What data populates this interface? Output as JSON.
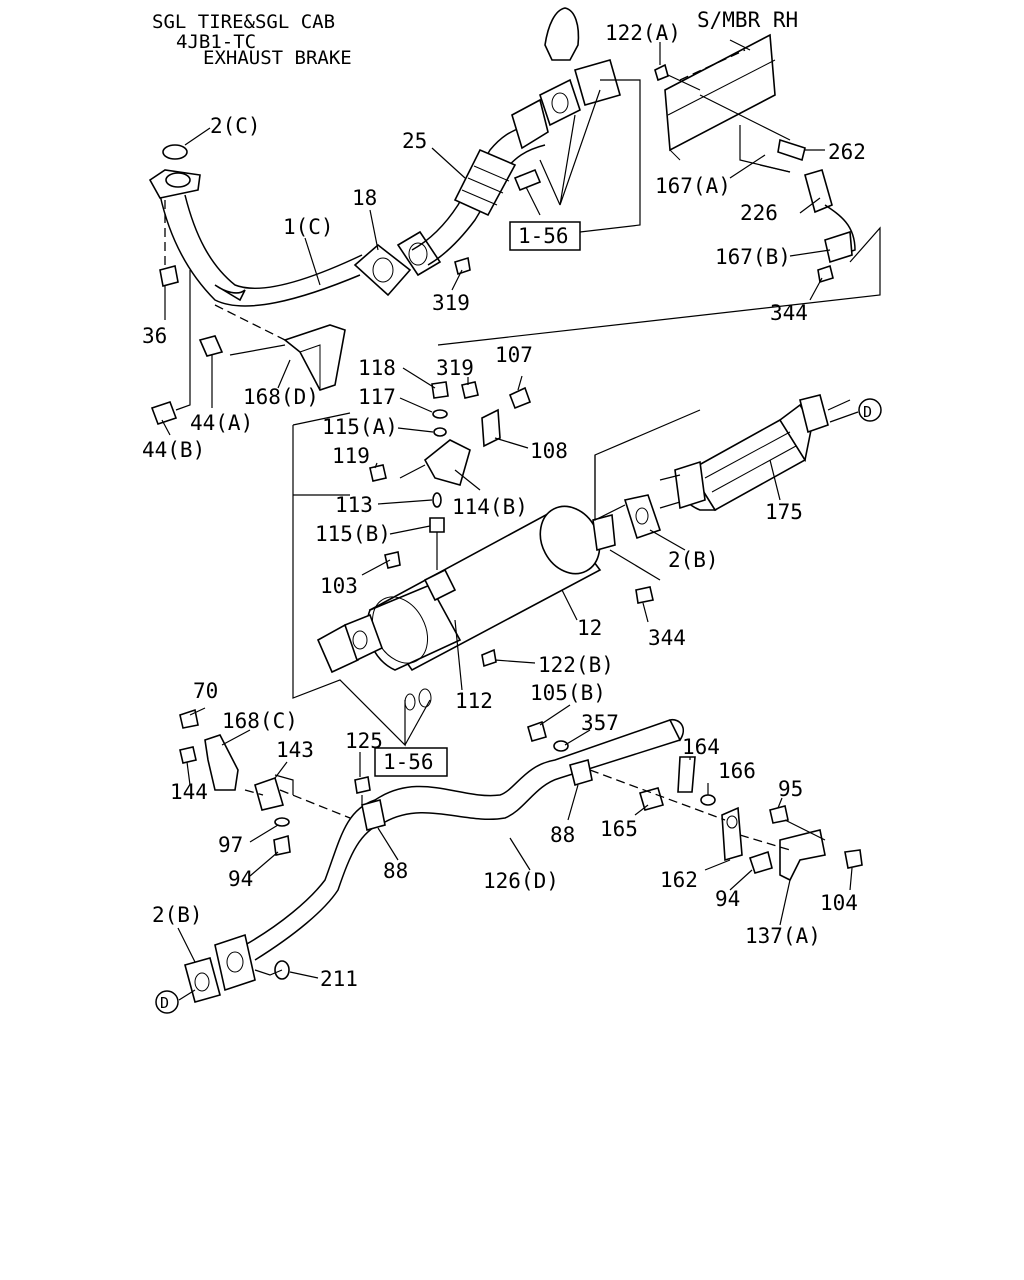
{
  "header": {
    "line1": "SGL TIRE&SGL CAB",
    "line2": "4JB1-TC",
    "line3": "EXHAUST BRAKE"
  },
  "labels": {
    "p2c": "2(C)",
    "p25": "25",
    "p122a": "122(A)",
    "smbr": "S/MBR RH",
    "p262": "262",
    "p167a": "167(A)",
    "p226": "226",
    "p167b": "167(B)",
    "p344a": "344",
    "p18": "18",
    "p1c": "1(C)",
    "p319a": "319",
    "ref1": "1-56",
    "p36": "36",
    "p44a": "44(A)",
    "p44b": "44(B)",
    "p168d": "168(D)",
    "p118": "118",
    "p117": "117",
    "p115a": "115(A)",
    "p319b": "319",
    "p107": "107",
    "p108": "108",
    "p119": "119",
    "p113": "113",
    "p114b": "114(B)",
    "p115b": "115(B)",
    "p103": "103",
    "p12": "12",
    "p344b": "344",
    "p2b1": "2(B)",
    "p175": "175",
    "p122b": "122(B)",
    "p112": "112",
    "p105b": "105(B)",
    "p357": "357",
    "p164": "164",
    "p166": "166",
    "p165": "165",
    "p95": "95",
    "p88a": "88",
    "p88b": "88",
    "p126d": "126(D)",
    "p162": "162",
    "p94b": "94",
    "p104": "104",
    "p137a": "137(A)",
    "p70": "70",
    "p168c": "168(C)",
    "p143": "143",
    "p125": "125",
    "ref2": "1-56",
    "p144": "144",
    "p97": "97",
    "p94a": "94",
    "p2b2": "2(B)",
    "p211": "211",
    "refD1": "D",
    "refD2": "D"
  }
}
